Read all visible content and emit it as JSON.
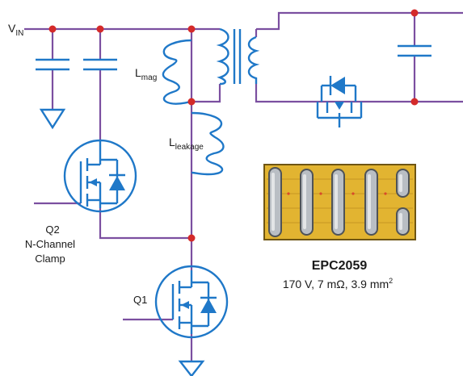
{
  "labels": {
    "vin_main": "V",
    "vin_sub": "IN",
    "lmag_main": "L",
    "lmag_sub": "mag",
    "lleak_main": "L",
    "lleak_sub": "leakage",
    "q2_name": "Q2",
    "q2_type": "N-Channel",
    "q2_role": "Clamp",
    "q1_name": "Q1",
    "part_number": "EPC2059",
    "spec_text": "170 V, 7 mΩ, 3.9 mm",
    "spec_sup": "2"
  },
  "colors": {
    "wire": "#7b4fa0",
    "component": "#1f78c8",
    "node": "#d42a2a",
    "chip_body": "#e2b431",
    "chip_border": "#6e5513",
    "chip_bump": "#b9bec4"
  },
  "icons": [
    "capacitor-icon",
    "ground-icon",
    "inductor-icon",
    "transformer-icon",
    "mosfet-icon",
    "diode-icon",
    "chip-photo-icon"
  ]
}
